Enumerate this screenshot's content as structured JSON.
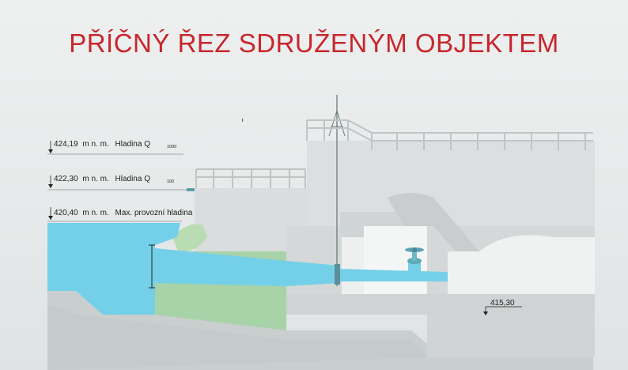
{
  "title": "PŘÍČNÝ ŘEZ SDRUŽENÝM OBJEKTEM",
  "levels": [
    {
      "elevation": "424,19",
      "unit": "m n. m.",
      "label": "Hladina Q",
      "subscript": "1000"
    },
    {
      "elevation": "422,30",
      "unit": "m n. m.",
      "label": "Hladina Q",
      "subscript": "100"
    },
    {
      "elevation": "420,40",
      "unit": "m n. m.",
      "label": "Max. provozní hladina",
      "subscript": ""
    }
  ],
  "spot_level": "415,30",
  "colors": {
    "title": "#c8262c",
    "water": "#74d0e8",
    "concrete": "#d6dada",
    "fill_green": "#a6d3a6",
    "railing": "#c2c6c6"
  }
}
